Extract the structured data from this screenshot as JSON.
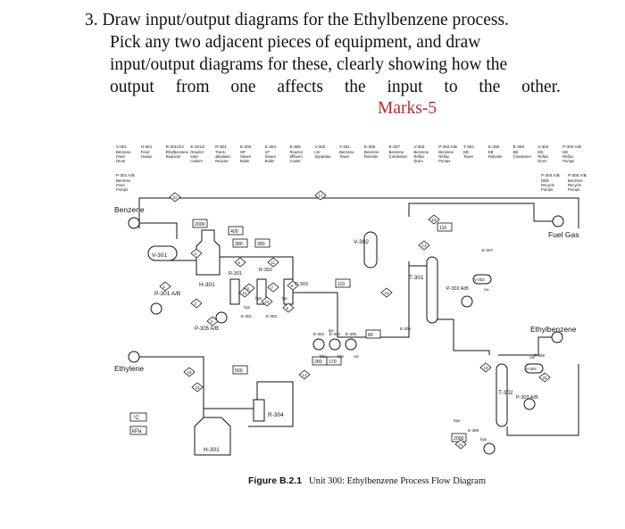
{
  "question": {
    "line1": "3. Draw input/output diagrams for the Ethylbenzene process.",
    "line2": "Pick any two adjacent pieces of equipment, and draw",
    "line3": "input/output diagrams for these, clearly showing how the",
    "line4_words": [
      "output",
      "from",
      "one",
      "affects",
      "the",
      "input",
      "to",
      "the",
      "other."
    ],
    "marks": "Marks-5"
  },
  "diagram": {
    "header_equipment": [
      {
        "tag": "V-301",
        "desc": [
          "Benzene",
          "Feed",
          "Drum"
        ]
      },
      {
        "tag": "H-301",
        "desc": [
          "Feed",
          "Heater"
        ]
      },
      {
        "tag": "R-301/2/3",
        "desc": [
          "Ethylbenzene",
          "Reactors"
        ]
      },
      {
        "tag": "E-301/2",
        "desc": [
          "Reactor",
          "Inter-",
          "coolers"
        ]
      },
      {
        "tag": "R-304",
        "desc": [
          "Trans-",
          "alkylation",
          "Reactor"
        ]
      },
      {
        "tag": "E-303",
        "desc": [
          "HP",
          "Steam",
          "Boiler"
        ]
      },
      {
        "tag": "E-304",
        "desc": [
          "LP",
          "Steam",
          "Boiler"
        ]
      },
      {
        "tag": "E-305",
        "desc": [
          "Reactor",
          "Effluent",
          "Cooler"
        ]
      },
      {
        "tag": "V-302",
        "desc": [
          "LIV",
          "Separator"
        ]
      },
      {
        "tag": "T-301",
        "desc": [
          "Benzene",
          "Tower"
        ]
      },
      {
        "tag": "E-306",
        "desc": [
          "Benzene",
          "Reboiler"
        ]
      },
      {
        "tag": "E-307",
        "desc": [
          "Benzene",
          "Condenser"
        ]
      },
      {
        "tag": "V-303",
        "desc": [
          "Benzene",
          "Reflux",
          "Drum"
        ]
      },
      {
        "tag": "P-302 A/B",
        "desc": [
          "Benzene",
          "Reflux",
          "Pumps"
        ]
      },
      {
        "tag": "T-302",
        "desc": [
          "EB",
          "Tower"
        ]
      },
      {
        "tag": "E-308",
        "desc": [
          "EB",
          "Reboiler"
        ]
      },
      {
        "tag": "E-309",
        "desc": [
          "EB",
          "Condenser"
        ]
      },
      {
        "tag": "V-304",
        "desc": [
          "EB",
          "Reflux",
          "Drum"
        ]
      },
      {
        "tag": "P-303 A/B",
        "desc": [
          "EB",
          "Reflux",
          "Pumps"
        ]
      }
    ],
    "header_second_row": [
      {
        "tag": "P-301 A/B",
        "desc": [
          "Benzene",
          "Feed",
          "Pumps"
        ]
      },
      {
        "tag": "P-304 A/B",
        "desc": [
          "DEB",
          "Recycle",
          "Pumps"
        ]
      },
      {
        "tag": "P-305 A/B",
        "desc": [
          "Benzene",
          "Recycle",
          "Pumps"
        ]
      }
    ],
    "streams": {
      "benzene": "Benzene",
      "ethylene": "Ethylene",
      "fuel_gas": "Fuel Gas",
      "ethylbenzene": "Ethylbenzene"
    },
    "equipment_labels": {
      "v301": "V-301",
      "h301_top": "H-301",
      "h301_bottom": "H-301",
      "p301": "P-301 A/B",
      "p305": "P-305 A/B",
      "r301": "R-301",
      "r302": "R-302",
      "r303": "R-303",
      "r304": "R-304",
      "v302": "V-302",
      "t301": "T-301",
      "p302": "P-302 A/B",
      "t302": "T-302",
      "p303": "P-303 A/B",
      "v303": "V-303",
      "v304": "V-304",
      "e301": "E-301",
      "e302": "E-302",
      "e303": "E-303",
      "e304": "E-304",
      "e305": "E-305",
      "e306": "E-306",
      "e307": "E-307",
      "e308": "E-308",
      "e309": "E-309"
    },
    "flags": {
      "temp_400": "400",
      "temp_380a": "380",
      "temp_380b": "380",
      "temp_500": "500",
      "temp_280": "280",
      "temp_170": "170",
      "temp_80": "80",
      "temp_110a": "110",
      "temp_110b": "110",
      "pres_2000a": "2000",
      "pres_2000b": "2000"
    },
    "stream_numbers": [
      "1",
      "2",
      "3",
      "4",
      "5",
      "6",
      "7",
      "8",
      "9",
      "10",
      "11",
      "12",
      "13",
      "14",
      "15",
      "16",
      "17",
      "18",
      "19",
      "20",
      "21",
      "22",
      "23"
    ],
    "utility_labels": [
      "hps",
      "bfw",
      "bfw",
      "cw",
      "hps",
      "lps",
      "cw",
      "hps",
      "lps",
      "cw",
      "hps"
    ],
    "legend": {
      "temp_unit": "°C",
      "pres_unit": "kPa"
    },
    "caption": {
      "figure": "Figure B.2.1",
      "text": "Unit 300: Ethylbenzene Process Flow Diagram"
    }
  }
}
